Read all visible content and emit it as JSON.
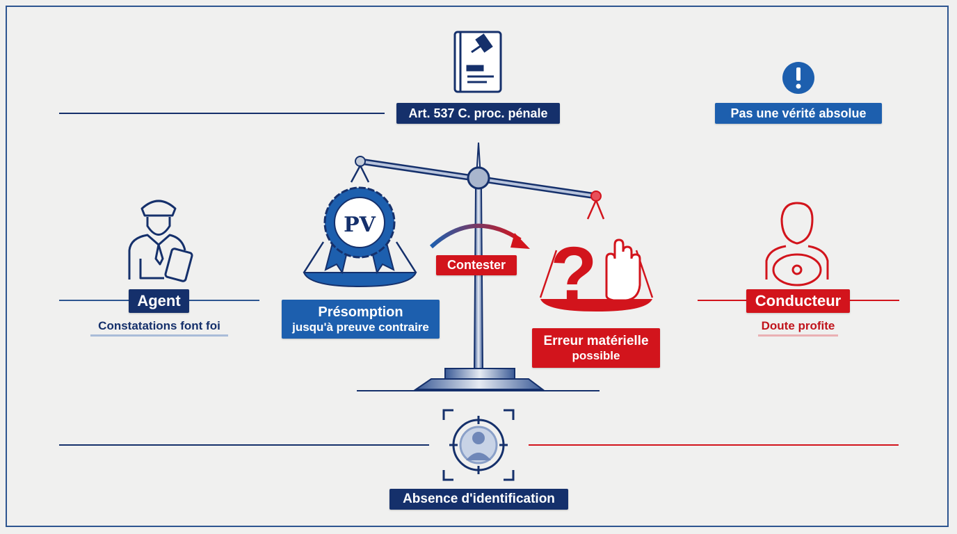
{
  "colors": {
    "navy": "#15306b",
    "blue": "#1d5fae",
    "red": "#d2141c",
    "background": "#f0f0ef"
  },
  "top": {
    "law_label": "Art. 537 C. proc. pénale",
    "warning_label": "Pas une vérité absolue",
    "law_icon": "law-book-gavel-icon",
    "warning_icon": "exclamation-circle-icon"
  },
  "left": {
    "title": "Agent",
    "subtitle": "Constatations font foi",
    "icon": "police-officer-icon"
  },
  "right": {
    "title": "Conducteur",
    "subtitle": "Doute profite",
    "icon": "driver-icon"
  },
  "scale": {
    "seal_text": "PV",
    "left_label_line1": "Présomption",
    "left_label_line2": "jusqu'à preuve contraire",
    "action_label": "Contester",
    "right_label_line1": "Erreur matérielle",
    "right_label_line2": "possible"
  },
  "bottom": {
    "label": "Absence d'identification",
    "icon": "blurred-face-target-icon"
  }
}
